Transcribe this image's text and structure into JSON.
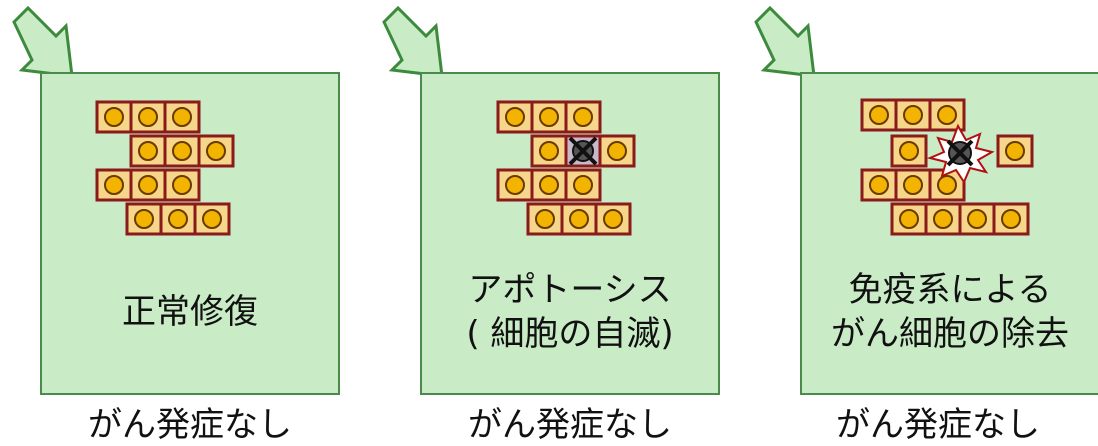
{
  "panels": [
    {
      "caption_lines": [
        "正常修復"
      ],
      "outcome": "がん発症なし",
      "state": "normal"
    },
    {
      "caption_lines": [
        "アポトーシス",
        "( 細胞の自滅)"
      ],
      "outcome": "がん発症なし",
      "state": "apoptosis"
    },
    {
      "caption_lines": [
        "免疫系による",
        "がん細胞の除去"
      ],
      "outcome": "がん発症なし",
      "state": "immune"
    }
  ],
  "colors": {
    "panel_fill": "#c9ecc6",
    "panel_border": "#4a8a4a",
    "arrow_fill": "#c9ecc6",
    "arrow_stroke": "#3c8a3c",
    "cell_fill": "#f6d68a",
    "cell_border": "#8b1a1a",
    "nucleus_fill": "#f2b400",
    "nucleus_border": "#6b3a00",
    "dead_cell_fill": "#c8b8c8",
    "x_mark": "#111111"
  },
  "icons": [
    "arrow-icon",
    "cell-icon",
    "nucleus-icon",
    "x-mark-icon",
    "burst-icon"
  ]
}
